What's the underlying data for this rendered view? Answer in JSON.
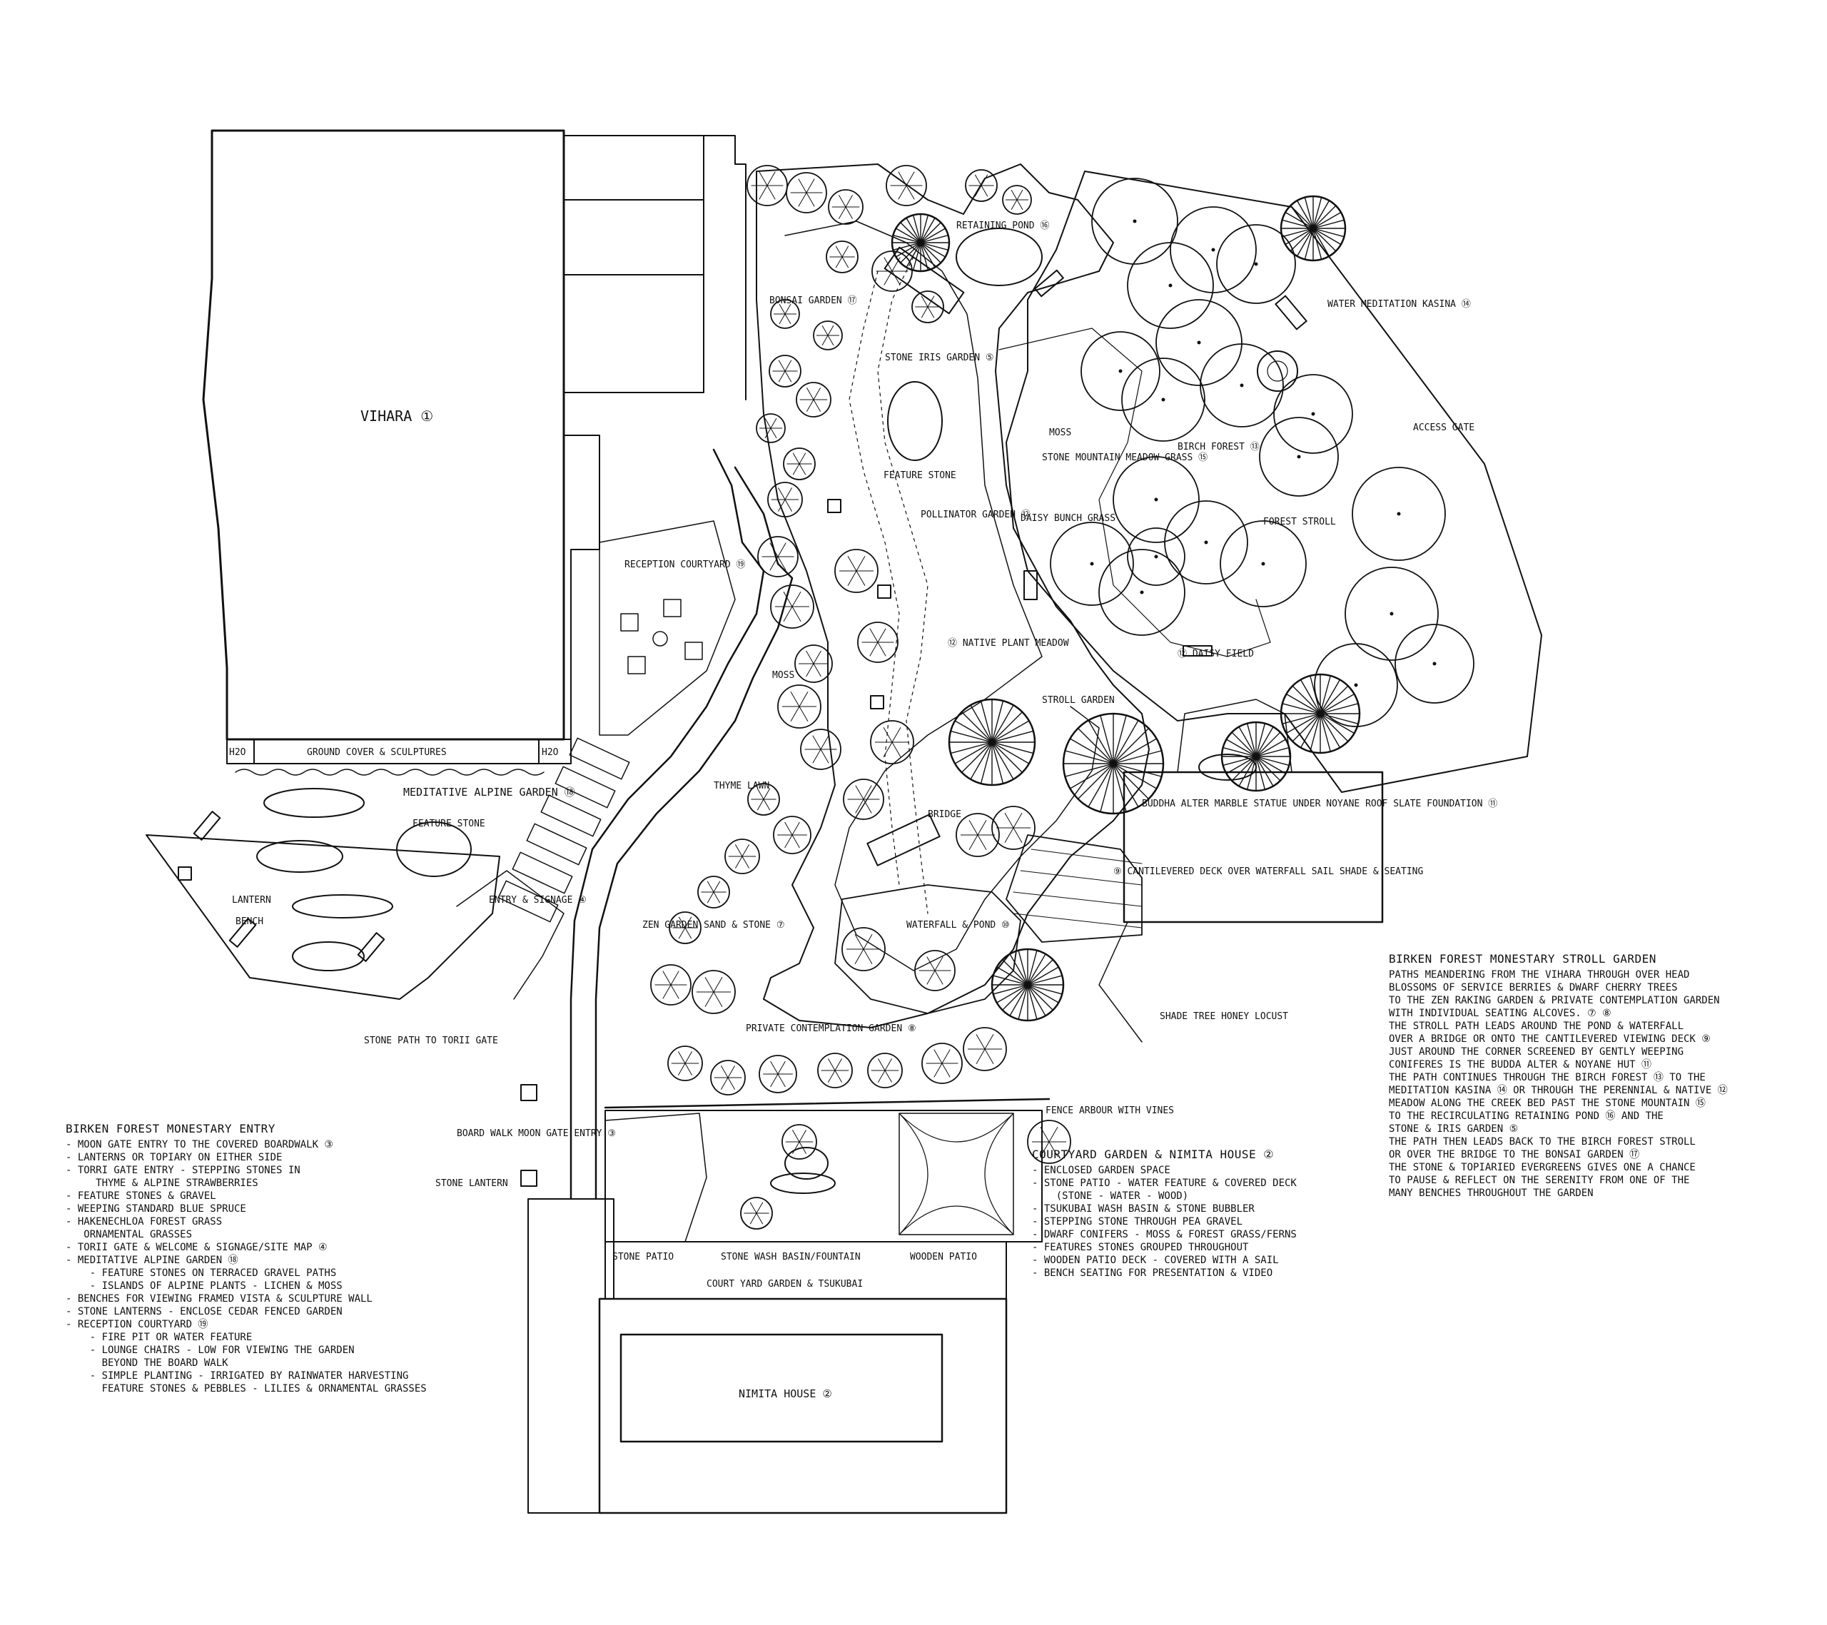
{
  "labels": {
    "vihara": "VIHARA ①",
    "ground_cover": "GROUND COVER & SCULPTURES",
    "h2o_left": "H2O",
    "h2o_right": "H2O",
    "meditative_alpine": "MEDITATIVE ALPINE GARDEN ⑱",
    "feature_stone_alpine": "FEATURE STONE",
    "lantern": "LANTERN",
    "bench": "BENCH",
    "entry_signage": "ENTRY & SIGNAGE ④",
    "stone_path": "STONE PATH TO TORII GATE",
    "board_walk": "BOARD WALK MOON GATE ENTRY ③",
    "stone_lantern": "STONE LANTERN",
    "reception_courtyard": "RECEPTION COURTYARD ⑲",
    "moss_left": "MOSS",
    "thyme_lawn": "THYME LAWN",
    "zen_garden": "ZEN GARDEN SAND & STONE ⑦",
    "private_contemplation": "PRIVATE CONTEMPLATION GARDEN ⑧",
    "bonsai_garden": "BONSAI GARDEN ⑰",
    "stone_iris": "STONE IRIS GARDEN ⑤",
    "feature_stone": "FEATURE STONE",
    "pollinator": "POLLINATOR GARDEN ⑫",
    "native_meadow": "⑫ NATIVE PLANT MEADOW",
    "bridge": "BRIDGE",
    "waterfall_pond": "WATERFALL & POND ⑩",
    "retaining_pond": "RETAINING POND ⑯",
    "moss_center": "MOSS",
    "stone_mountain": "STONE MOUNTAIN MEADOW GRASS ⑮",
    "daisy_bunch": "DAISY BUNCH GRASS",
    "daisy_field": "⑫ DAISY FIELD",
    "stroll_garden": "STROLL GARDEN",
    "birch_forest": "BIRCH FOREST ⑬",
    "forest_stroll": "FOREST STROLL",
    "water_meditation": "WATER MEDITATION KASINA ⑭",
    "access_gate": "ACCESS GATE",
    "buddha_alter": "BUDDHA ALTER MARBLE STATUE UNDER NOYANE ROOF SLATE FOUNDATION ⑪",
    "cantilevered_deck": "⑨ CANTILEVERED DECK OVER WATERFALL SAIL SHADE & SEATING",
    "shade_tree": "SHADE TREE HONEY LOCUST",
    "fence_arbour": "FENCE ARBOUR WITH VINES",
    "stone_patio": "STONE PATIO",
    "wash_basin": "STONE WASH BASIN/FOUNTAIN",
    "wooden_patio": "WOODEN PATIO",
    "courtyard_tsukubai": "COURT YARD GARDEN & TSUKUBAI",
    "nimita_house": "NIMITA HOUSE ②"
  },
  "entry_notes": {
    "title": "BIRKEN FOREST MONESTARY ENTRY",
    "lines": [
      "- MOON GATE ENTRY TO THE COVERED BOARDWALK ③",
      "- LANTERNS OR TOPIARY ON EITHER SIDE",
      "- TORRI GATE ENTRY - STEPPING STONES IN",
      "     THYME & ALPINE STRAWBERRIES",
      "- FEATURE STONES & GRAVEL",
      "- WEEPING STANDARD BLUE SPRUCE",
      "- HAKENECHLOA FOREST GRASS",
      "   ORNAMENTAL GRASSES",
      "- TORII GATE & WELCOME & SIGNAGE/SITE MAP ④",
      "- MEDITATIVE ALPINE GARDEN ⑱",
      "    - FEATURE STONES ON TERRACED GRAVEL PATHS",
      "    - ISLANDS OF ALPINE PLANTS - LICHEN & MOSS",
      "- BENCHES FOR VIEWING FRAMED VISTA & SCULPTURE WALL",
      "- STONE LANTERNS - ENCLOSE CEDAR FENCED GARDEN",
      "- RECEPTION COURTYARD ⑲",
      "    - FIRE PIT OR WATER FEATURE",
      "    - LOUNGE CHAIRS - LOW FOR VIEWING THE GARDEN",
      "      BEYOND THE BOARD WALK",
      "    - SIMPLE PLANTING - IRRIGATED BY RAINWATER HARVESTING",
      "      FEATURE STONES & PEBBLES - LILIES & ORNAMENTAL GRASSES"
    ]
  },
  "courtyard_notes": {
    "title": "COURTYARD GARDEN & NIMITA HOUSE ②",
    "lines": [
      "- ENCLOSED GARDEN SPACE",
      "- STONE PATIO - WATER FEATURE & COVERED DECK",
      "    (STONE - WATER - WOOD)",
      "- TSUKUBAI WASH BASIN & STONE BUBBLER",
      "- STEPPING STONE THROUGH PEA GRAVEL",
      "- DWARF CONIFERS - MOSS & FOREST GRASS/FERNS",
      "- FEATURES STONES GROUPED THROUGHOUT",
      "- WOODEN PATIO DECK - COVERED WITH A SAIL",
      "- BENCH SEATING FOR PRESENTATION & VIDEO"
    ]
  },
  "stroll_notes": {
    "title": "BIRKEN FOREST MONESTARY STROLL GARDEN",
    "lines": [
      "PATHS MEANDERING FROM THE VIHARA THROUGH OVER HEAD",
      "BLOSSOMS OF SERVICE BERRIES & DWARF CHERRY TREES",
      "TO THE ZEN RAKING GARDEN & PRIVATE CONTEMPLATION GARDEN",
      "WITH INDIVIDUAL SEATING ALCOVES. ⑦ ⑧",
      "THE STROLL PATH LEADS AROUND THE POND & WATERFALL",
      "OVER A BRIDGE OR ONTO THE CANTILEVERED VIEWING DECK ⑨",
      "JUST AROUND THE CORNER SCREENED BY GENTLY WEEPING",
      "CONIFERES IS THE BUDDA ALTER & NOYANE HUT ⑪",
      "THE PATH CONTINUES THROUGH THE BIRCH FOREST ⑬ TO THE",
      "MEDITATION KASINA ⑭ OR THROUGH THE PERENNIAL & NATIVE ⑫",
      "MEADOW ALONG THE CREEK BED PAST THE STONE MOUNTAIN ⑮",
      "TO THE RECIRCULATING RETAINING POND ⑯ AND THE",
      "STONE & IRIS GARDEN ⑤",
      "THE PATH THEN LEADS BACK TO THE BIRCH FOREST STROLL",
      "OR OVER THE BRIDGE TO THE BONSAI GARDEN ⑰",
      "THE STONE & TOPIARIED EVERGREENS GIVES ONE A CHANCE",
      "TO PAUSE & REFLECT ON THE SERENITY FROM ONE OF THE",
      "MANY BENCHES THROUGHOUT THE GARDEN"
    ]
  }
}
